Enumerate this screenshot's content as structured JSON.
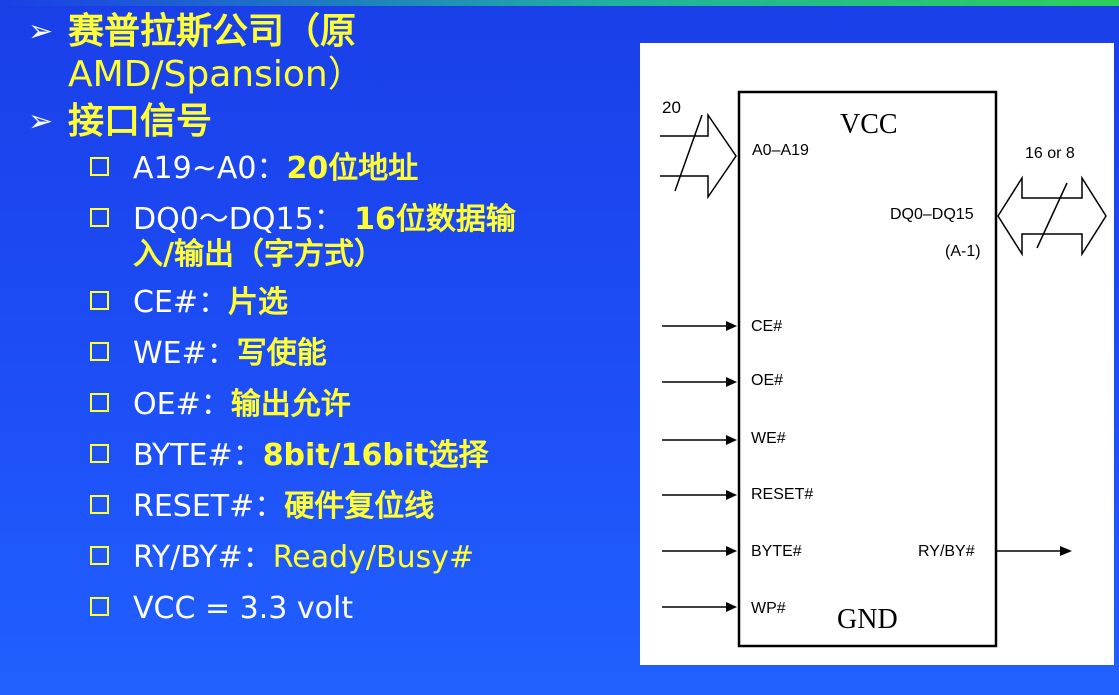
{
  "slide": {
    "colors": {
      "background": "#1d4ef6",
      "heading": "#ffff33",
      "label": "#ffffff",
      "highlight": "#ffff33"
    },
    "bullets": [
      {
        "text_zh": "赛普拉斯公司（原",
        "text_en": "AMD/Spansion）"
      },
      {
        "text_zh": "接口信号"
      }
    ],
    "items": [
      {
        "label": "A19~A0：",
        "desc": "20位地址"
      },
      {
        "label": "DQ0～DQ15：",
        "desc": " 16位数据输",
        "cont": "入/输出（字方式）"
      },
      {
        "label": "CE#：",
        "desc": "片选"
      },
      {
        "label": "WE#：",
        "desc": "写使能"
      },
      {
        "label": "OE#：",
        "desc": "输出允许"
      },
      {
        "label": "BYTE#：",
        "desc": "8bit/16bit选择",
        "mixed": true
      },
      {
        "label": "RESET#：",
        "desc": "硬件复位线"
      },
      {
        "label": "RY/BY#：",
        "desc": "Ready/Busy#",
        "plain": true
      },
      {
        "label": "VCC = 3.3 volt",
        "desc": ""
      }
    ]
  },
  "diagram": {
    "vcc": "VCC",
    "gnd": "GND",
    "addr_width": "20",
    "addr_pin": "A0–A19",
    "data_width": "16 or 8",
    "data_pin": "DQ0–DQ15",
    "data_note": "(A-1)",
    "inputs": [
      "CE#",
      "OE#",
      "WE#",
      "RESET#",
      "BYTE#",
      "WP#"
    ],
    "output": "RY/BY#"
  }
}
